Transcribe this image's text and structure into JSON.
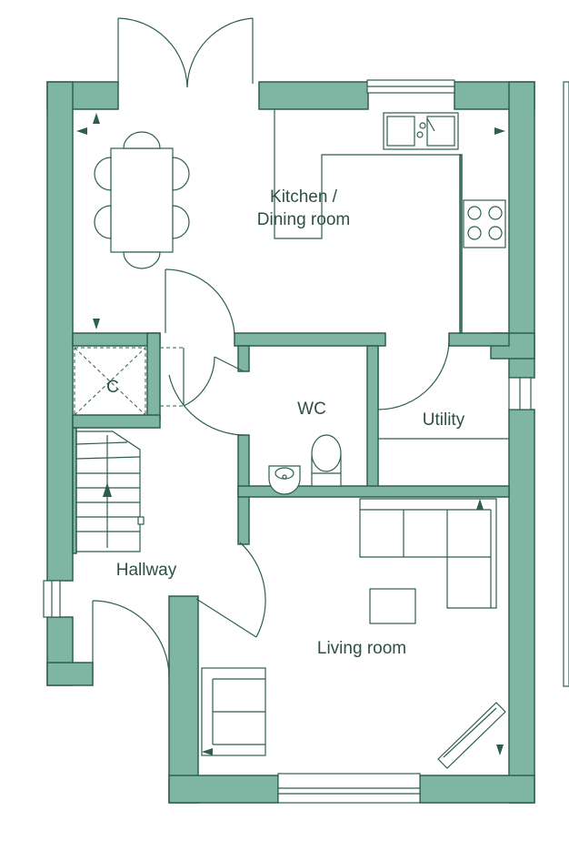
{
  "rooms": {
    "kitchen_line1": "Kitchen /",
    "kitchen_line2": "Dining room",
    "wc": "WC",
    "utility": "Utility",
    "cupboard": "C",
    "hallway": "Hallway",
    "living": "Living room"
  },
  "colors": {
    "wall_fill": "#7fb6a3",
    "line": "#2d5e52",
    "label": "#2d4f48",
    "background": "#ffffff"
  }
}
